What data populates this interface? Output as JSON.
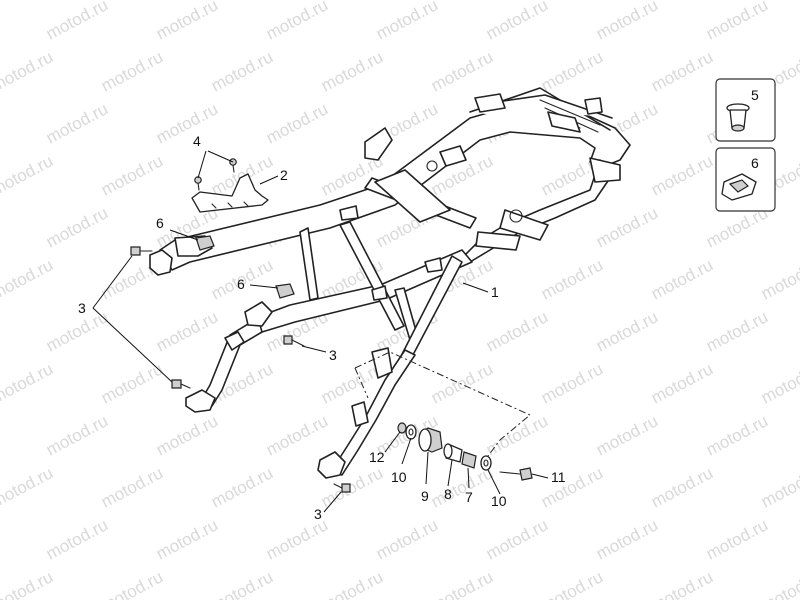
{
  "watermark": "motod.ru",
  "callouts": {
    "c1": "1",
    "c2": "2",
    "c3a": "3",
    "c3b": "3",
    "c3c": "3",
    "c4": "4",
    "c5": "5",
    "c6a": "6",
    "c6b": "6",
    "c6c": "6",
    "c7": "7",
    "c8": "8",
    "c9": "9",
    "c10a": "10",
    "c10b": "10",
    "c11": "11",
    "c12": "12"
  },
  "icons": {
    "inset_5": "rubber-plug-icon",
    "inset_6": "rubber-pad-icon"
  }
}
